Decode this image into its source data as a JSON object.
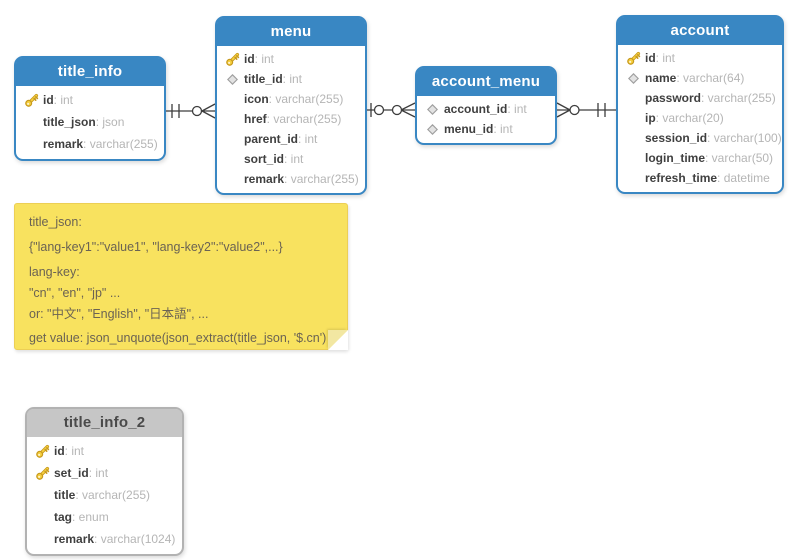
{
  "tables": [
    {
      "name": "title_info",
      "header_color": "#3987c3",
      "fields": [
        {
          "icon": "key-icon",
          "name": "id",
          "type": ": int"
        },
        {
          "icon": "",
          "name": "title_json",
          "type": ": json"
        },
        {
          "icon": "",
          "name": "remark",
          "type": ": varchar(255)"
        }
      ]
    },
    {
      "name": "menu",
      "header_color": "#3987c3",
      "fields": [
        {
          "icon": "key-icon",
          "name": "id",
          "type": ": int"
        },
        {
          "icon": "diamond-icon",
          "name": "title_id",
          "type": ": int"
        },
        {
          "icon": "",
          "name": "icon",
          "type": ": varchar(255)"
        },
        {
          "icon": "",
          "name": "href",
          "type": ": varchar(255)"
        },
        {
          "icon": "",
          "name": "parent_id",
          "type": ": int"
        },
        {
          "icon": "",
          "name": "sort_id",
          "type": ": int"
        },
        {
          "icon": "",
          "name": "remark",
          "type": ": varchar(255)"
        }
      ]
    },
    {
      "name": "account_menu",
      "header_color": "#3987c3",
      "fields": [
        {
          "icon": "diamond-icon",
          "name": "account_id",
          "type": ": int"
        },
        {
          "icon": "diamond-icon",
          "name": "menu_id",
          "type": ": int"
        }
      ]
    },
    {
      "name": "account",
      "header_color": "#3987c3",
      "fields": [
        {
          "icon": "key-icon",
          "name": "id",
          "type": ": int"
        },
        {
          "icon": "diamond-icon",
          "name": "name",
          "type": ": varchar(64)"
        },
        {
          "icon": "",
          "name": "password",
          "type": ": varchar(255)"
        },
        {
          "icon": "",
          "name": "ip",
          "type": ": varchar(20)"
        },
        {
          "icon": "",
          "name": "session_id",
          "type": ": varchar(100)"
        },
        {
          "icon": "",
          "name": "login_time",
          "type": ": varchar(50)"
        },
        {
          "icon": "",
          "name": "refresh_time",
          "type": ": datetime"
        }
      ]
    },
    {
      "name": "title_info_2",
      "header_color": "#c6c6c6",
      "fields": [
        {
          "icon": "key-icon",
          "name": "id",
          "type": ": int"
        },
        {
          "icon": "key-icon",
          "name": "set_id",
          "type": ": int"
        },
        {
          "icon": "",
          "name": "title",
          "type": ": varchar(255)"
        },
        {
          "icon": "",
          "name": "tag",
          "type": ": enum"
        },
        {
          "icon": "",
          "name": "remark",
          "type": ": varchar(1024)"
        }
      ]
    }
  ],
  "connectors": [
    {
      "from": "title_info",
      "to": "menu",
      "from_cardinality": "exactly-one",
      "to_cardinality": "zero-or-many"
    },
    {
      "from": "menu",
      "to": "account_menu",
      "from_cardinality": "zero-or-one",
      "to_cardinality": "zero-or-many"
    },
    {
      "from": "account_menu",
      "to": "account",
      "from_cardinality": "zero-or-many",
      "to_cardinality": "exactly-one"
    }
  ],
  "note": {
    "background": "#f8e25f",
    "lines": [
      "title_json:",
      "{\"lang-key1\":\"value1\", \"lang-key2\":\"value2\",...}",
      "lang-key:",
      "\"cn\", \"en\", \"jp\" ...",
      "or: \"中文\", \"English\", \"日本語\", ...",
      "get value: json_unquote(json_extract(title_json, '$.cn')"
    ]
  },
  "colors": {
    "table_blue": "#3987c3",
    "table_gray_header": "#c6c6c6",
    "note_yellow": "#f8e25f",
    "key_gold": "#f7d03e",
    "line_dark": "#3d3d3d"
  }
}
